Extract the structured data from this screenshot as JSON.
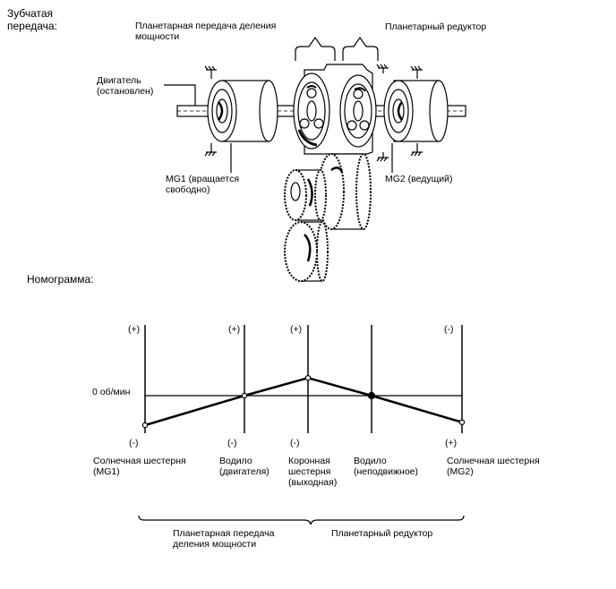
{
  "gear_section": {
    "heading_line1": "Зубчатая",
    "heading_line2": "передача:",
    "label_power_split_line1": "Планетарная передача деления",
    "label_power_split_line2": "мощности",
    "label_reducer": "Планетарный редуктор",
    "label_engine_line1": "Двигатель",
    "label_engine_line2": "(остановлен)",
    "label_mg1_line1": "MG1 (вращается",
    "label_mg1_line2": "свободно)",
    "label_mg2": "MG2 (ведущий)"
  },
  "nomogram": {
    "heading": "Номограмма:",
    "zero_label": "0 об/мин",
    "axes": [
      {
        "top_sign": "(+)",
        "bottom_sign": "(-)",
        "name_lines": [
          "Солнечная шестерня",
          "(MG1)"
        ],
        "value": -1.0
      },
      {
        "top_sign": "(+)",
        "bottom_sign": "(-)",
        "name_lines": [
          "Водило",
          "(двигателя)"
        ],
        "value": 0.0
      },
      {
        "top_sign": "(+)",
        "bottom_sign": "(-)",
        "name_lines": [
          "Коронная",
          "шестерня",
          "(выходная)"
        ],
        "value": 0.6
      },
      {
        "top_sign": "",
        "bottom_sign": "",
        "name_lines": [
          "Водило",
          "(неподвижное)"
        ],
        "value": 0.0
      },
      {
        "top_sign": "(-)",
        "bottom_sign": "(+)",
        "name_lines": [
          "Солнечная шестерня",
          "(MG2)"
        ],
        "value": -0.9
      }
    ],
    "group_left": [
      "Планетарная передача",
      "деления мощности"
    ],
    "group_right": "Планетарный редуктор"
  }
}
